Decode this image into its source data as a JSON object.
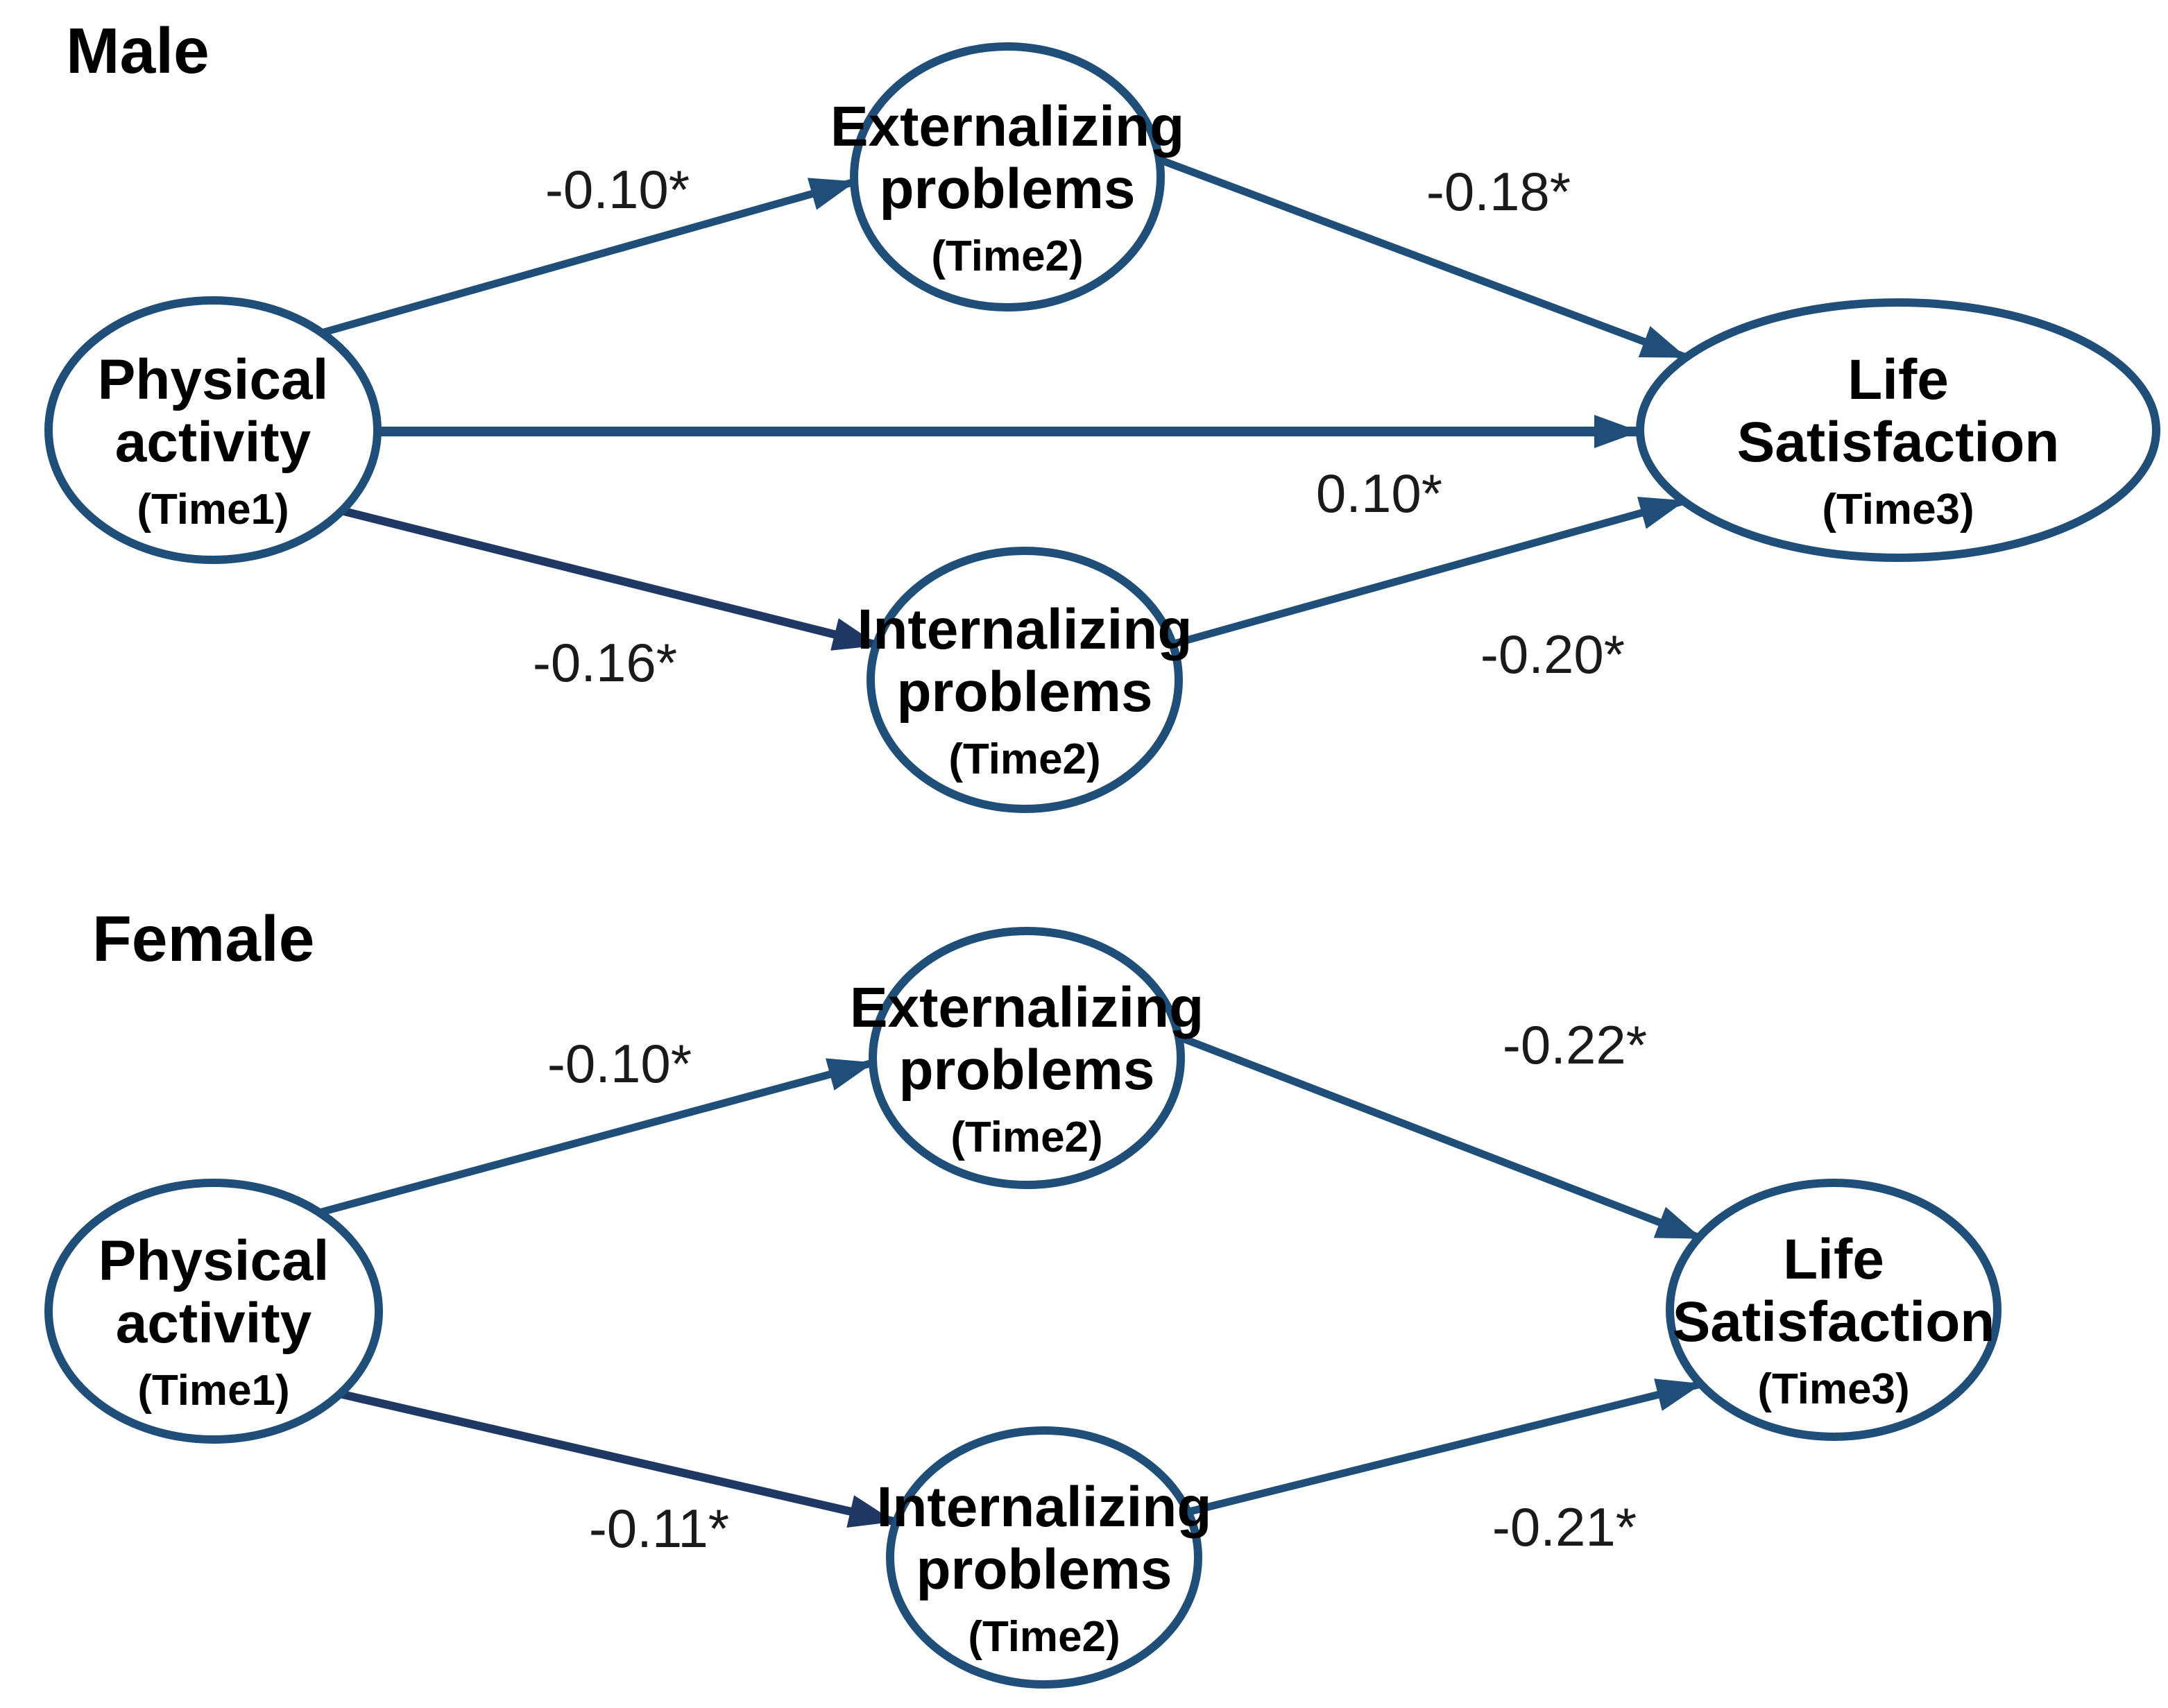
{
  "colors": {
    "node_stroke": "#1f4e79",
    "arrow": "#1f4e79",
    "arrow_dark": "#1f3864",
    "node_text": "#000000",
    "coefficient_text": "#1a1a1a",
    "background": "#ffffff"
  },
  "diagrams": [
    {
      "title": "Male",
      "nodes": {
        "physical_activity": {
          "line1": "Physical",
          "line2": "activity",
          "time": "(Time1)"
        },
        "externalizing": {
          "line1": "Externalizing",
          "line2": "problems",
          "time": "(Time2)"
        },
        "internalizing": {
          "line1": "Internalizing",
          "line2": "problems",
          "time": "(Time2)"
        },
        "life_satisfaction": {
          "line1": "Life",
          "line2": "Satisfaction",
          "time": "(Time3)"
        }
      },
      "coefficients": {
        "pa_to_ext": "-0.10*",
        "ext_to_ls": "-0.18*",
        "pa_to_ls": "0.10*",
        "pa_to_int": "-0.16*",
        "int_to_ls": "-0.20*"
      }
    },
    {
      "title": "Female",
      "nodes": {
        "physical_activity": {
          "line1": "Physical",
          "line2": "activity",
          "time": "(Time1)"
        },
        "externalizing": {
          "line1": "Externalizing",
          "line2": "problems",
          "time": "(Time2)"
        },
        "internalizing": {
          "line1": "Internalizing",
          "line2": "problems",
          "time": "(Time2)"
        },
        "life_satisfaction": {
          "line1": "Life",
          "line2": "Satisfaction",
          "time": "(Time3)"
        }
      },
      "coefficients": {
        "pa_to_ext": "-0.10*",
        "ext_to_ls": "-0.22*",
        "pa_to_int": "-0.11*",
        "int_to_ls": "-0.21*"
      }
    }
  ]
}
